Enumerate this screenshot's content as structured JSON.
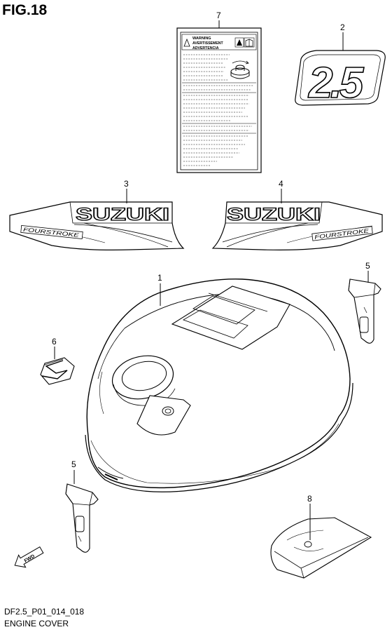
{
  "figure": {
    "title": "FIG.18",
    "code": "DF2.5_P01_014_018",
    "name": "ENGINE COVER"
  },
  "callouts": {
    "engine_cover": "1",
    "decal_2_5": "2",
    "decal_suzuki_left": "3",
    "decal_suzuki_right": "4",
    "clip_top_right": "5",
    "clip_bottom_left": "5",
    "emblem_s": "6",
    "warning_label": "7",
    "pad_right": "8"
  },
  "warning_label": {
    "heading_1": "WARNING",
    "heading_2": "AVERTISSEMENT",
    "heading_3": "ADVERTENCIA"
  },
  "decals": {
    "model_number": "2.5",
    "brand": "SUZUKI",
    "fourstroke": "FOURSTROKE"
  },
  "direction_marker": "FWD"
}
